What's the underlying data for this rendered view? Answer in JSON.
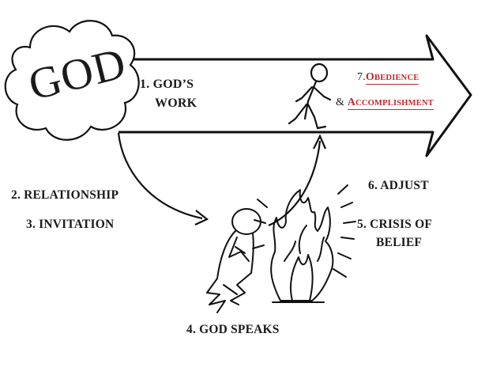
{
  "god_label": "GOD",
  "step1": {
    "line1": "1. GOD’S",
    "line2": "WORK"
  },
  "step2": "2. RELATIONSHIP",
  "step3": "3. INVITATION",
  "step4": "4. GOD SPEAKS",
  "step5": {
    "line1": "5.  CRISIS OF",
    "line2": "BELIEF"
  },
  "step6": "6. ADJUST",
  "step7": {
    "num": "7.",
    "obedience_first": "O",
    "obedience_rest": "BEDIENCE",
    "amp": "& ",
    "accomplishment_first": "A",
    "accomplishment_rest": "CCOMPLISHMENT"
  },
  "colors": {
    "accent": "#c0282d",
    "ink": "#111111"
  },
  "icons": [
    "cloud-icon",
    "walking-person-icon",
    "kneeling-person-icon",
    "burning-bush-icon"
  ]
}
